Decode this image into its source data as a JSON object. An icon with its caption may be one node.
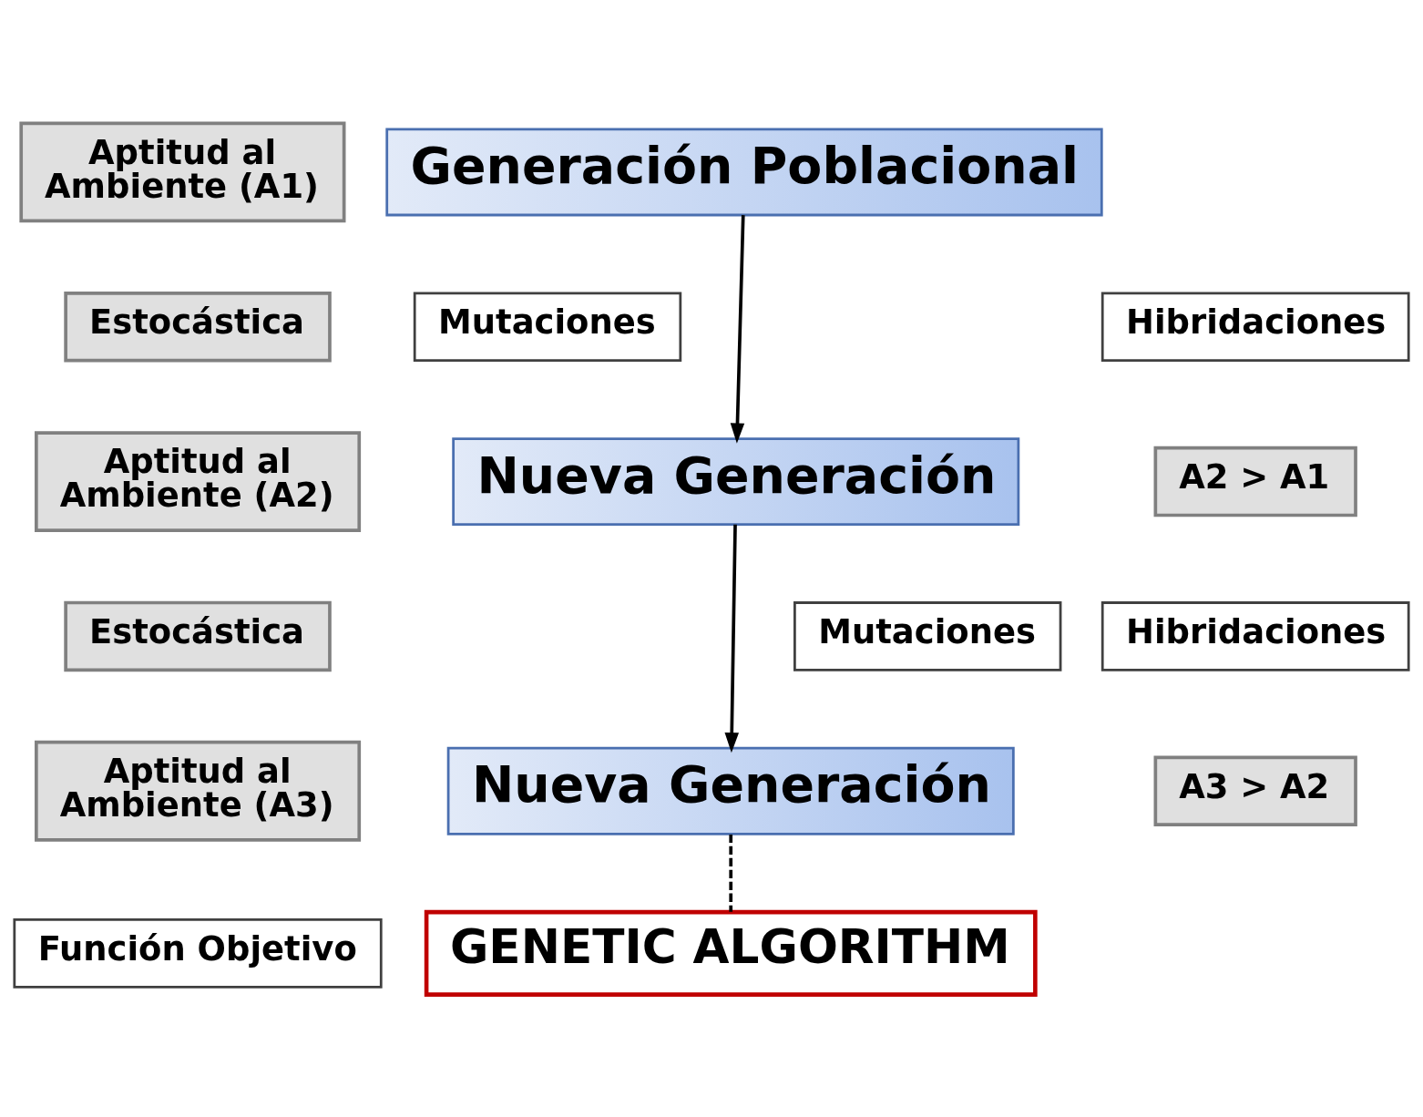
{
  "diagram": {
    "nodes": [
      {
        "text": [
          "Aptitud al Ambiente (A1)"
        ]
      },
      {
        "text": [
          "Generación Poblacional"
        ]
      },
      {
        "text": [
          "Estocástica"
        ]
      },
      {
        "text": [
          "Mutaciones"
        ]
      },
      {
        "text": [
          "Hibridaciones"
        ]
      },
      {
        "text": [
          "Aptitud al Ambiente (A2)"
        ]
      },
      {
        "text": [
          "Nueva Generación"
        ]
      },
      {
        "text": [
          "A2 > A1"
        ]
      },
      {
        "text": [
          "Estocástica"
        ]
      },
      {
        "text": [
          "Mutaciones"
        ]
      },
      {
        "text": [
          "Hibridaciones"
        ]
      },
      {
        "text": [
          "Aptitud al Ambiente (A3)"
        ]
      },
      {
        "text": [
          "Nueva Generación"
        ]
      },
      {
        "text": [
          "A3 > A2"
        ]
      },
      {
        "text": [
          "Función Objetivo"
        ]
      },
      {
        "text": [
          "GENETIC ALGORITHM"
        ]
      }
    ],
    "edges": [
      {
        "from": 1,
        "to": 6,
        "arrow": "to"
      },
      {
        "from": 6,
        "to": 12,
        "arrow": "to"
      },
      {
        "from": 12,
        "to": 15,
        "arrow": "none",
        "style": "dashed"
      }
    ]
  }
}
